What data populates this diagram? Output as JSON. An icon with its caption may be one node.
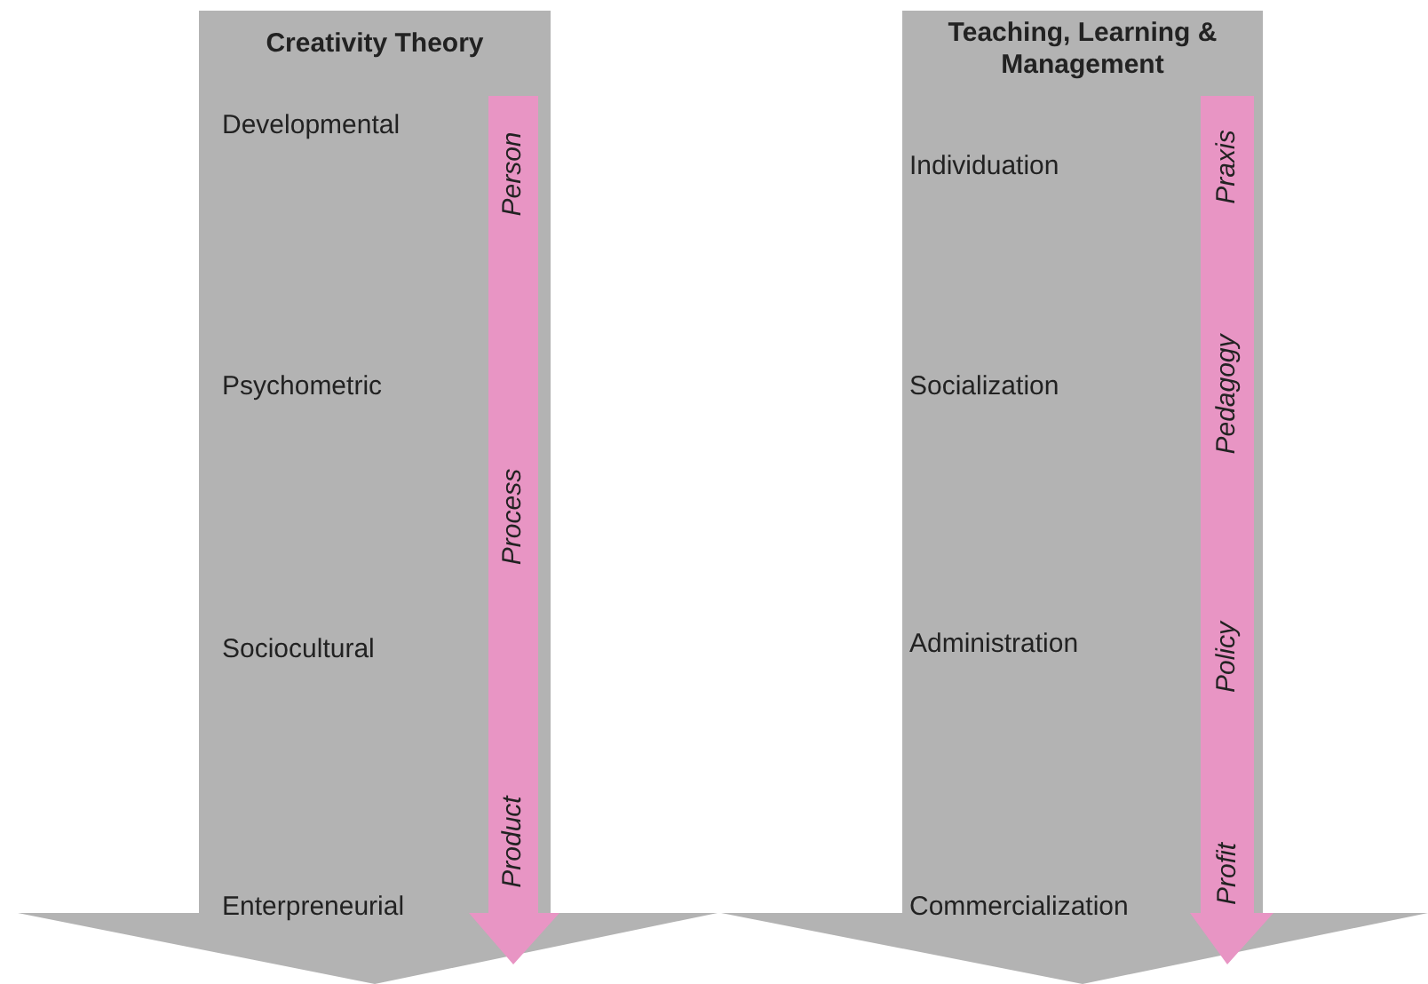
{
  "diagram": {
    "nodes": [
      {
        "text": [
          "Creativity Theory",
          "Developmental",
          "Psychometric",
          "Sociocultural",
          "Enterpreneurial"
        ]
      },
      {
        "text": [
          "Person",
          "Process",
          "Product"
        ],
        "in": 0
      },
      {
        "text": [
          "Teaching, Learning & Management",
          "Individuation",
          "Socialization",
          "Administration",
          "Commercialization"
        ]
      },
      {
        "text": [
          "Praxis",
          "Pedagogy",
          "Policy",
          "Profit"
        ],
        "in": 2
      }
    ]
  }
}
